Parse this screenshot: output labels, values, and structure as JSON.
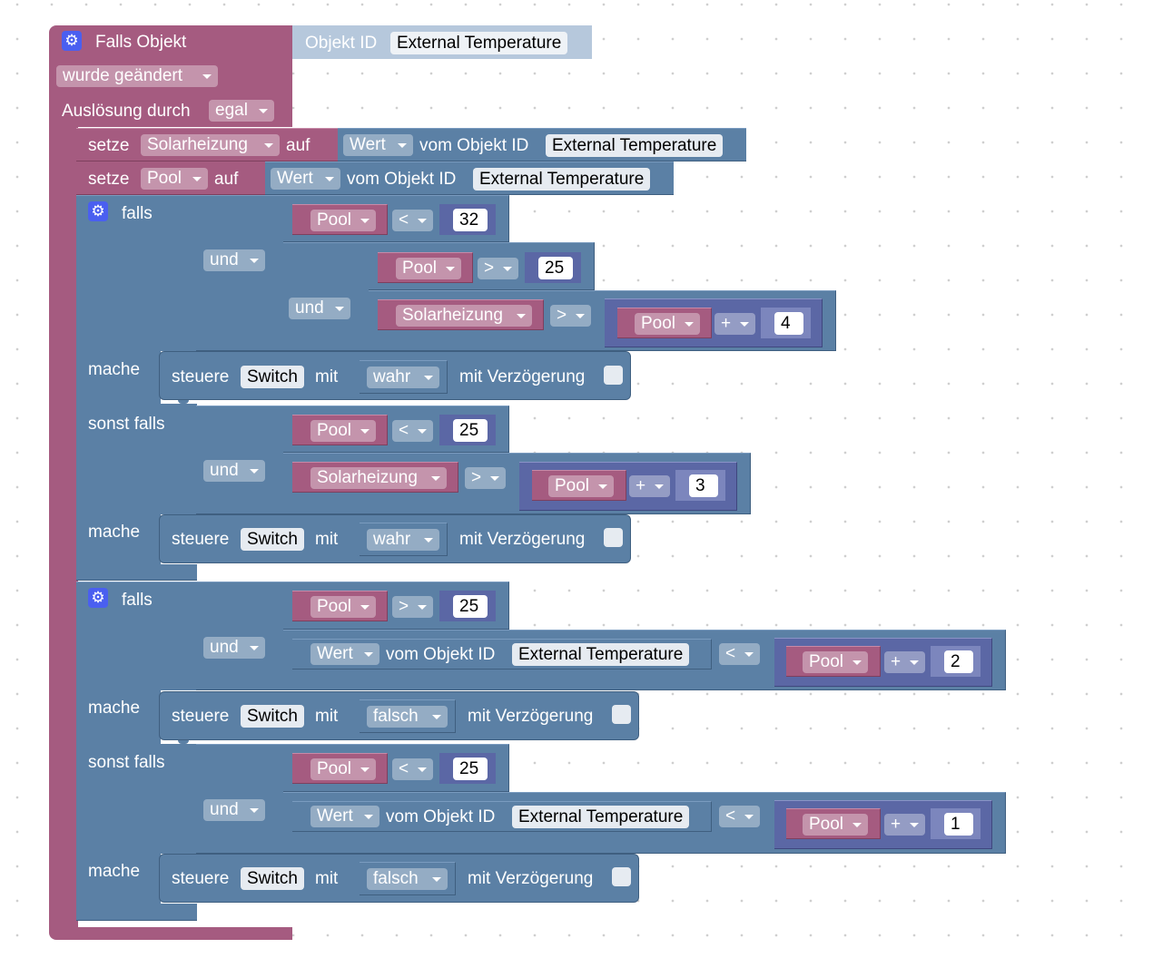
{
  "event": {
    "gear_icon": "gear-icon",
    "title": "Falls Objekt",
    "object_id_label": "Objekt ID",
    "object_id_value": "External Temperature",
    "trigger_mode": "wurde geändert",
    "trigger_by_label": "Auslösung durch",
    "trigger_by_value": "egal"
  },
  "assign": [
    {
      "set_label": "setze",
      "variable": "Solarheizung",
      "to_label": "auf",
      "value_mode": "Wert",
      "from_label": "vom Objekt ID",
      "object": "External Temperature"
    },
    {
      "set_label": "setze",
      "variable": "Pool",
      "to_label": "auf",
      "value_mode": "Wert",
      "from_label": "vom Objekt ID",
      "object": "External Temperature"
    }
  ],
  "if1": {
    "if_label": "falls",
    "cond1": {
      "var": "Pool",
      "op": "<",
      "num": "32"
    },
    "and1": "und",
    "and2": "und",
    "cond2": {
      "var": "Pool",
      "op": ">",
      "num": "25"
    },
    "cond3": {
      "var": "Solarheizung",
      "op": ">",
      "math_var": "Pool",
      "math_op": "+",
      "math_num": "4"
    },
    "do_label": "mache",
    "action1": {
      "control_label": "steuere",
      "target": "Switch",
      "with_label": "mit",
      "value": "wahr",
      "delay_label": "mit Verzögerung"
    },
    "elseif_label": "sonst falls",
    "and3": "und",
    "cond4": {
      "var": "Pool",
      "op": "<",
      "num": "25"
    },
    "cond5": {
      "var": "Solarheizung",
      "op": ">",
      "math_var": "Pool",
      "math_op": "+",
      "math_num": "3"
    },
    "do_label2": "mache",
    "action2": {
      "control_label": "steuere",
      "target": "Switch",
      "with_label": "mit",
      "value": "wahr",
      "delay_label": "mit Verzögerung"
    }
  },
  "if2": {
    "if_label": "falls",
    "and1": "und",
    "cond1": {
      "var": "Pool",
      "op": ">",
      "num": "25"
    },
    "cond2": {
      "value_mode": "Wert",
      "from_label": "vom Objekt ID",
      "object": "External Temperature",
      "op": "<",
      "math_var": "Pool",
      "math_op": "+",
      "math_num": "2"
    },
    "do_label": "mache",
    "action1": {
      "control_label": "steuere",
      "target": "Switch",
      "with_label": "mit",
      "value": "falsch",
      "delay_label": "mit Verzögerung"
    },
    "elseif_label": "sonst falls",
    "and2": "und",
    "cond3": {
      "var": "Pool",
      "op": "<",
      "num": "25"
    },
    "cond4": {
      "value_mode": "Wert",
      "from_label": "vom Objekt ID",
      "object": "External Temperature",
      "op": "<",
      "math_var": "Pool",
      "math_op": "+",
      "math_num": "1"
    },
    "do_label2": "mache",
    "action2": {
      "control_label": "steuere",
      "target": "Switch",
      "with_label": "mit",
      "value": "falsch",
      "delay_label": "mit Verzögerung"
    }
  },
  "colors": {
    "event": "#a55b80",
    "control": "#5b80a5",
    "math": "#5b67a5",
    "object_field": "#b6c8dc",
    "gear": "#4a5ff0"
  }
}
